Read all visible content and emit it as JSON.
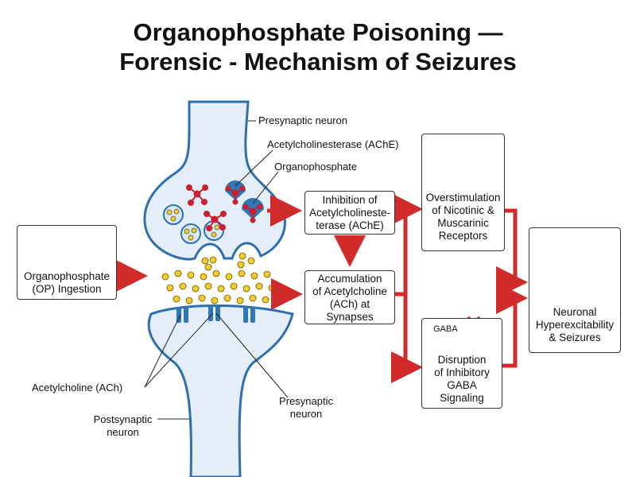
{
  "title": {
    "line1": "Organophosphate Poisoning —",
    "line2": "Forensic - Mechanism of Seizures"
  },
  "labels": {
    "presynaptic_top": "Presynaptic neuron",
    "ache": "Acetylcholinesterase (AChE)",
    "organophosphate": "Organophosphate",
    "ach": "Acetylcholine (ACh)",
    "presynaptic_bottom_l1": "Presynaptic",
    "presynaptic_bottom_l2": "neuron",
    "postsynaptic_l1": "Postsynaptic",
    "postsynaptic_l2": "neuron"
  },
  "boxes": {
    "ingestion": {
      "l1": "Organophosphate",
      "l2": "(OP) Ingestion"
    },
    "inhibition": {
      "l1": "Inhibition of",
      "l2": "Acetylcholineste-",
      "l3": "terase (AChE)"
    },
    "accumulation": {
      "l1": "Accumulation",
      "l2": "of Acetylcholine",
      "l3": "(ACh) at",
      "l4": "Synapses"
    },
    "overstimulation": {
      "l1": "Overstimulation",
      "l2": "of Nicotinic &",
      "l3": "Muscarinic",
      "l4": "Receptors"
    },
    "gaba": {
      "tag": "GABA",
      "l1": "Disruption",
      "l2": "of Inhibitory",
      "l3": "GABA",
      "l4": "Signaling"
    },
    "seizures": {
      "l1": "Neuronal",
      "l2": "Hyperexcitability",
      "l3": "& Seizures"
    }
  },
  "colors": {
    "arrow": "#d22b2b",
    "neuron_fill": "#e3eef8",
    "neuron_stroke": "#2f6fb0",
    "ach_dot": "#f2cc2c",
    "enzyme": "#2f78b7",
    "op_molecule": "#c8202f",
    "brain": "#f4a7a0"
  },
  "icons": [
    "bottle-icon",
    "spray-icon",
    "brain-icon",
    "lightning-icon",
    "seesaw-icon",
    "x-mark-icon"
  ]
}
